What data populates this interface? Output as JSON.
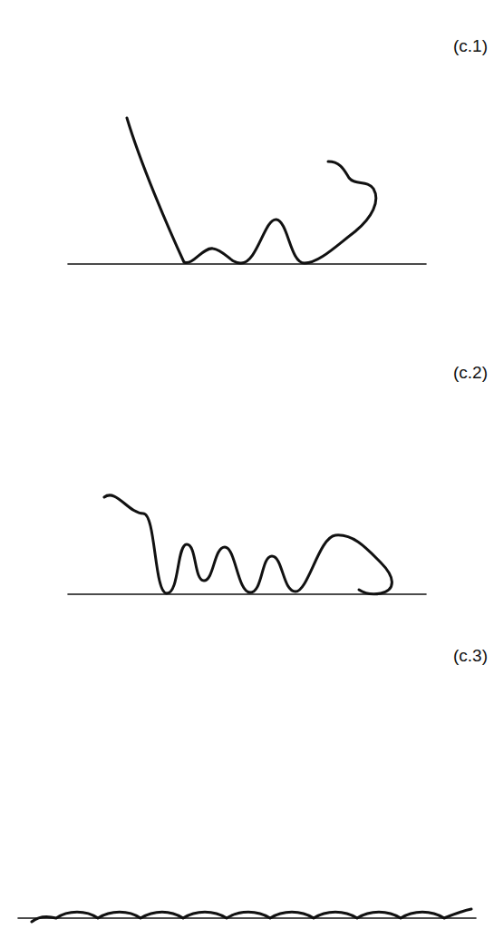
{
  "diagram": {
    "labels": [
      "(c.1)",
      "(c.2)",
      "(c.3)"
    ]
  }
}
